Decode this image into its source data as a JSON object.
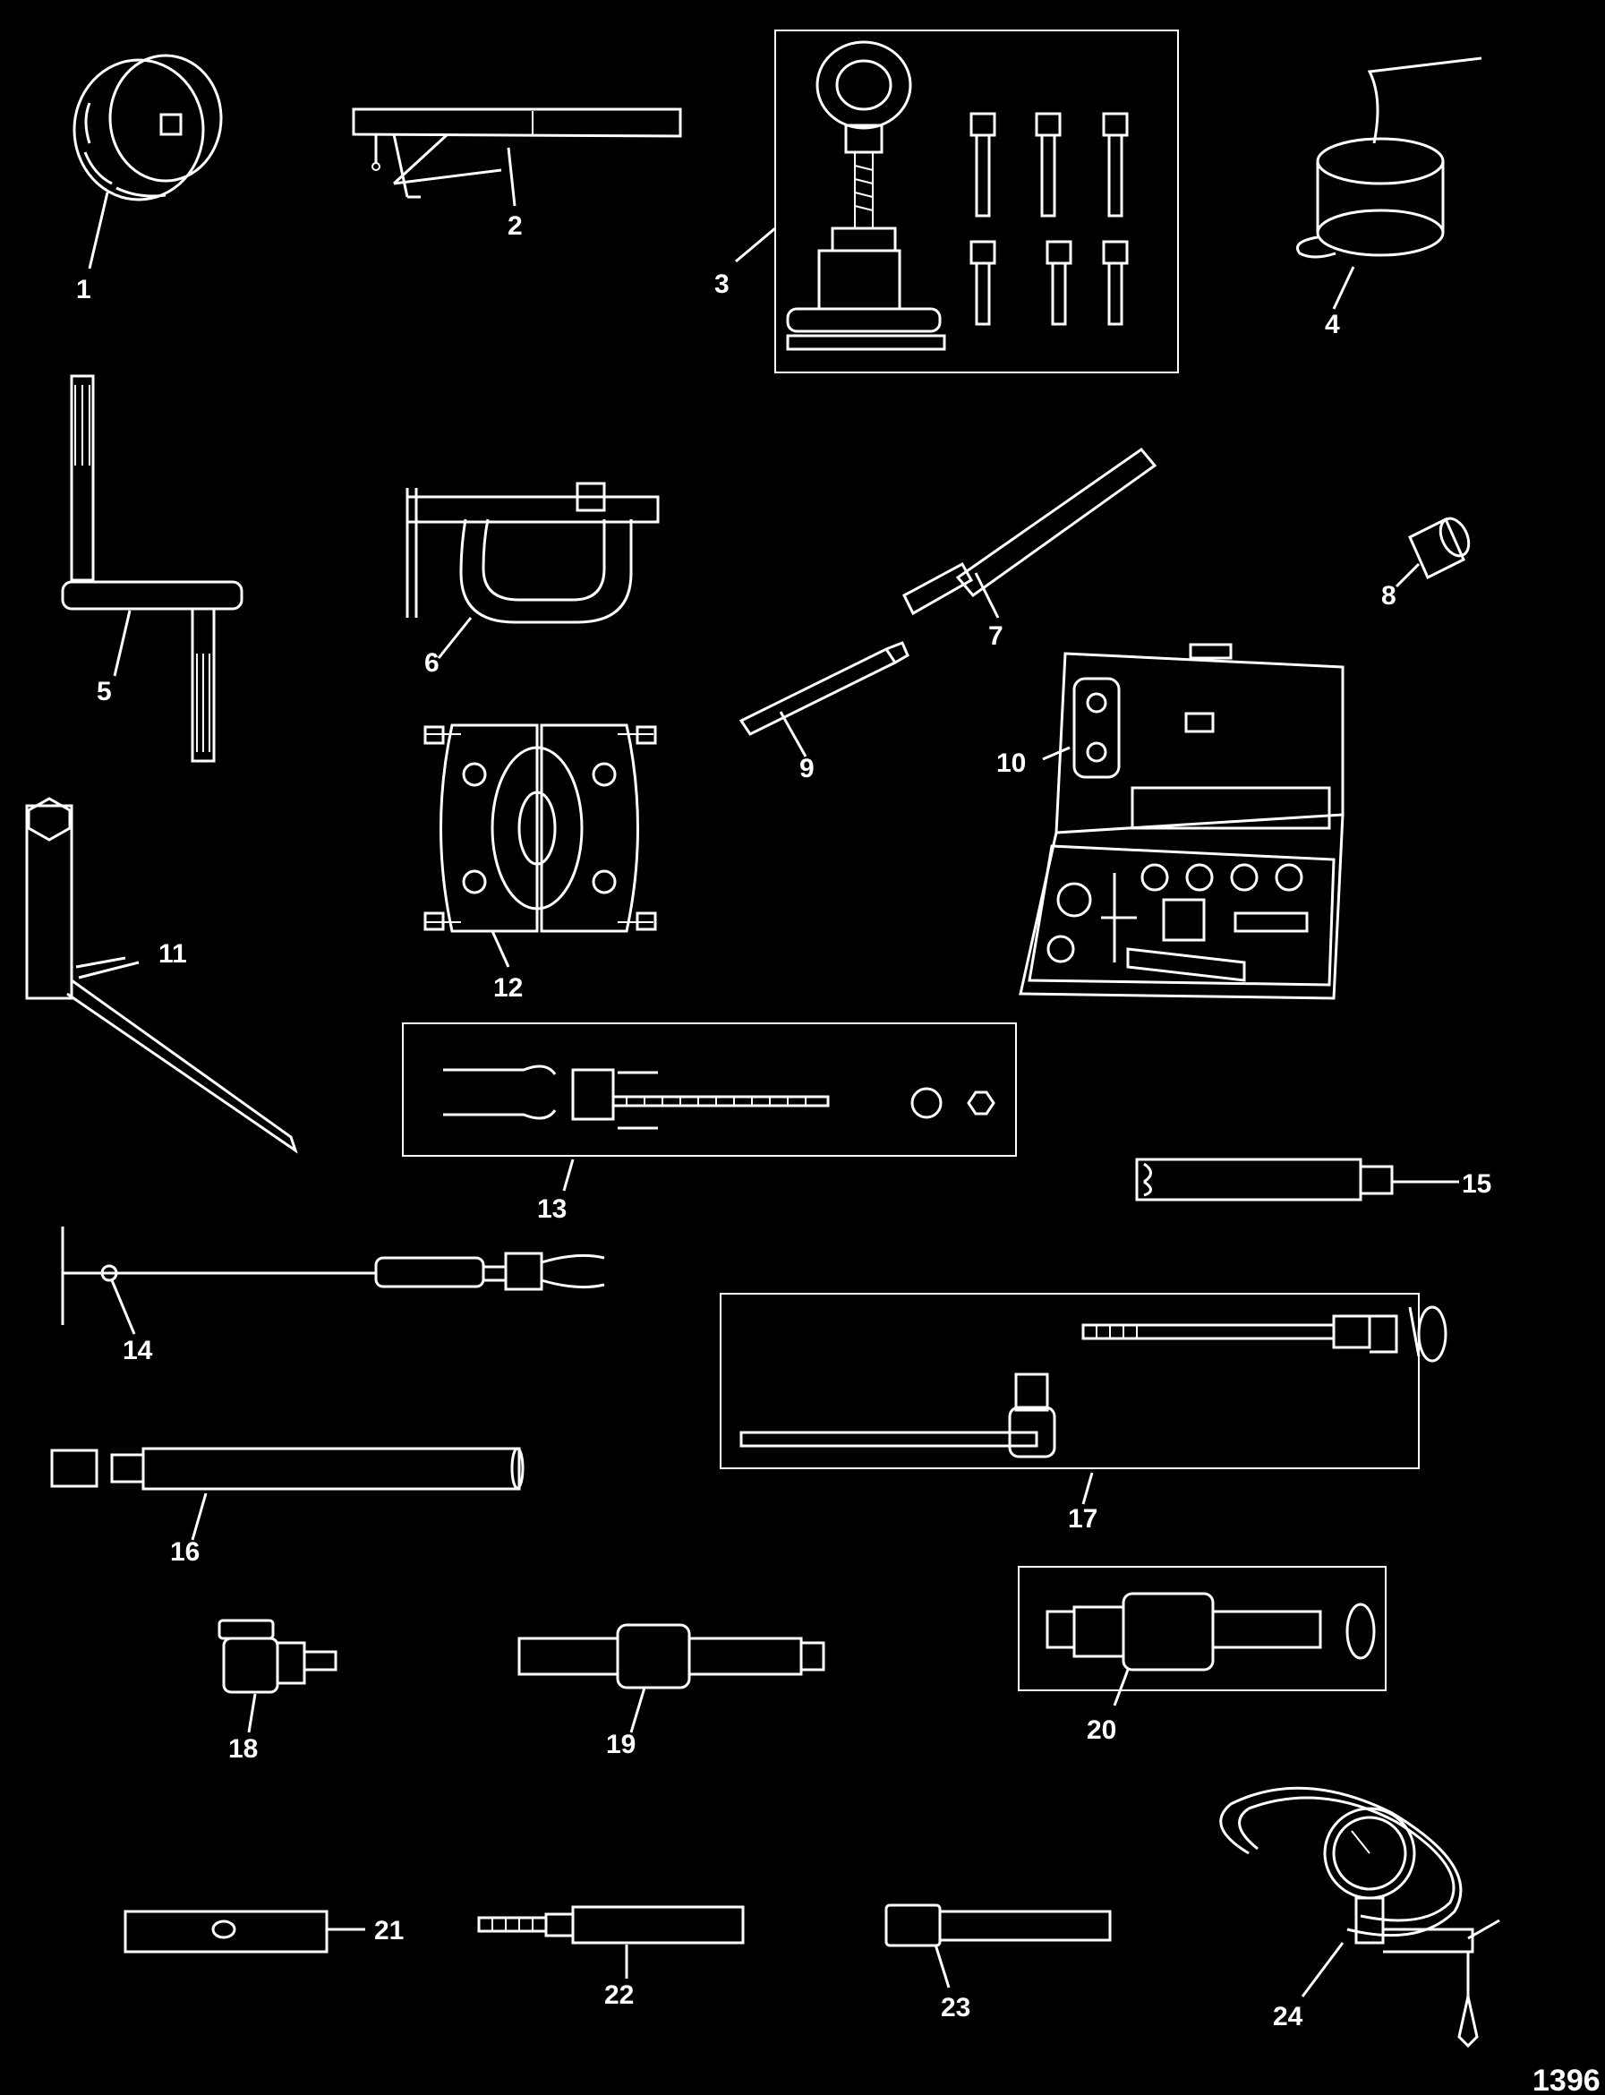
{
  "figure": {
    "reference_number": "1396",
    "callouts": [
      "1",
      "2",
      "3",
      "4",
      "5",
      "6",
      "7",
      "8",
      "9",
      "10",
      "11",
      "12",
      "13",
      "14",
      "15",
      "16",
      "17",
      "18",
      "19",
      "20",
      "21",
      "22",
      "23",
      "24"
    ]
  },
  "colors": {
    "background": "#000000",
    "line_art": "#ffffff"
  }
}
